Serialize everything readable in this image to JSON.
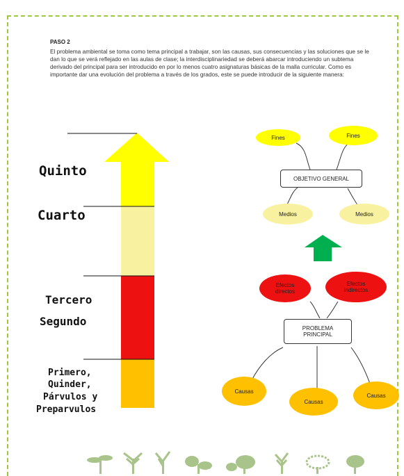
{
  "heading": "PASO 2",
  "paragraph": "El problema ambiental se toma como tema principal a trabajar, son las causas, sus consecuencias y las soluciones que se le dan lo que se verá reflejado en las aulas de clase; la interdisciplinariedad se deberá abarcar introduciendo un subtema derivado del principal para ser introducido en por lo menos cuatro asignaturas básicas de la malla curricular. Como es importante dar una evolución del problema a través de los grados, este se puede introducir de la siguiente manera:",
  "grades": {
    "quinto": "Quinto",
    "cuarto": "Cuarto",
    "tercero": "Tercero",
    "segundo": "Segundo",
    "primero": [
      "Primero,",
      "Quinder,",
      "Párvulos y",
      "Preparvulos"
    ]
  },
  "diagram": {
    "fines_left": "Fines",
    "fines_right": "Fines",
    "objective": "OBJETIVO GENERAL",
    "medios_left": "Medios",
    "medios_right": "Medios",
    "effects_direct": "Efectos directos",
    "effects_indirect": "Efectos indirectos",
    "problem": "PROBLEMA PRINCIPAL",
    "causa_left": "Causas",
    "causa_mid": "Causas",
    "causa_right": "Causas"
  },
  "colors": {
    "yellow": "#ffff00",
    "pale_yellow": "#f8f1a0",
    "red": "#ee1111",
    "orange": "#ffc000",
    "green_arrow": "#00b050",
    "border": "#9bc83c",
    "tree": "#a9c48a"
  }
}
